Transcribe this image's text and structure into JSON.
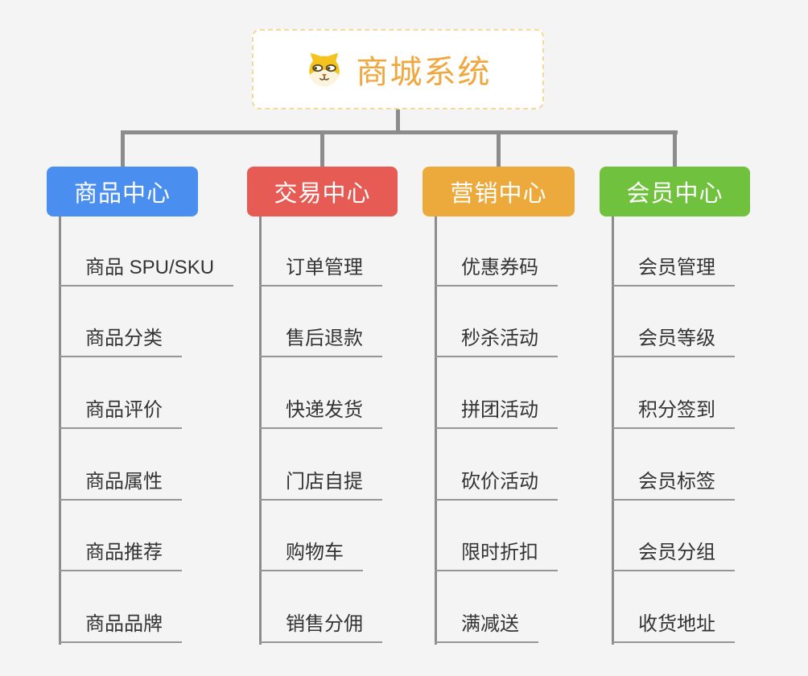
{
  "root": {
    "title": "商城系统",
    "icon": "dog-face-icon"
  },
  "branches": [
    {
      "name": "branch-product-center",
      "label": "商品中心",
      "color": "#4a8ff0",
      "items": [
        "商品 SPU/SKU",
        "商品分类",
        "商品评价",
        "商品属性",
        "商品推荐",
        "商品品牌"
      ]
    },
    {
      "name": "branch-trade-center",
      "label": "交易中心",
      "color": "#e65c55",
      "items": [
        "订单管理",
        "售后退款",
        "快递发货",
        "门店自提",
        "购物车",
        "销售分佣"
      ]
    },
    {
      "name": "branch-marketing-center",
      "label": "营销中心",
      "color": "#ecaa3d",
      "items": [
        "优惠券码",
        "秒杀活动",
        "拼团活动",
        "砍价活动",
        "限时折扣",
        "满减送"
      ]
    },
    {
      "name": "branch-member-center",
      "label": "会员中心",
      "color": "#70c23e",
      "items": [
        "会员管理",
        "会员等级",
        "积分签到",
        "会员标签",
        "会员分组",
        "收货地址"
      ]
    }
  ],
  "colors": {
    "background": "#f4f4f4",
    "root_title": "#f0a73e",
    "root_border": "#f6d89c",
    "connector": "#8c8c8c",
    "underline": "#969696",
    "leaf_text": "#333333",
    "node_text": "#ffffff"
  }
}
